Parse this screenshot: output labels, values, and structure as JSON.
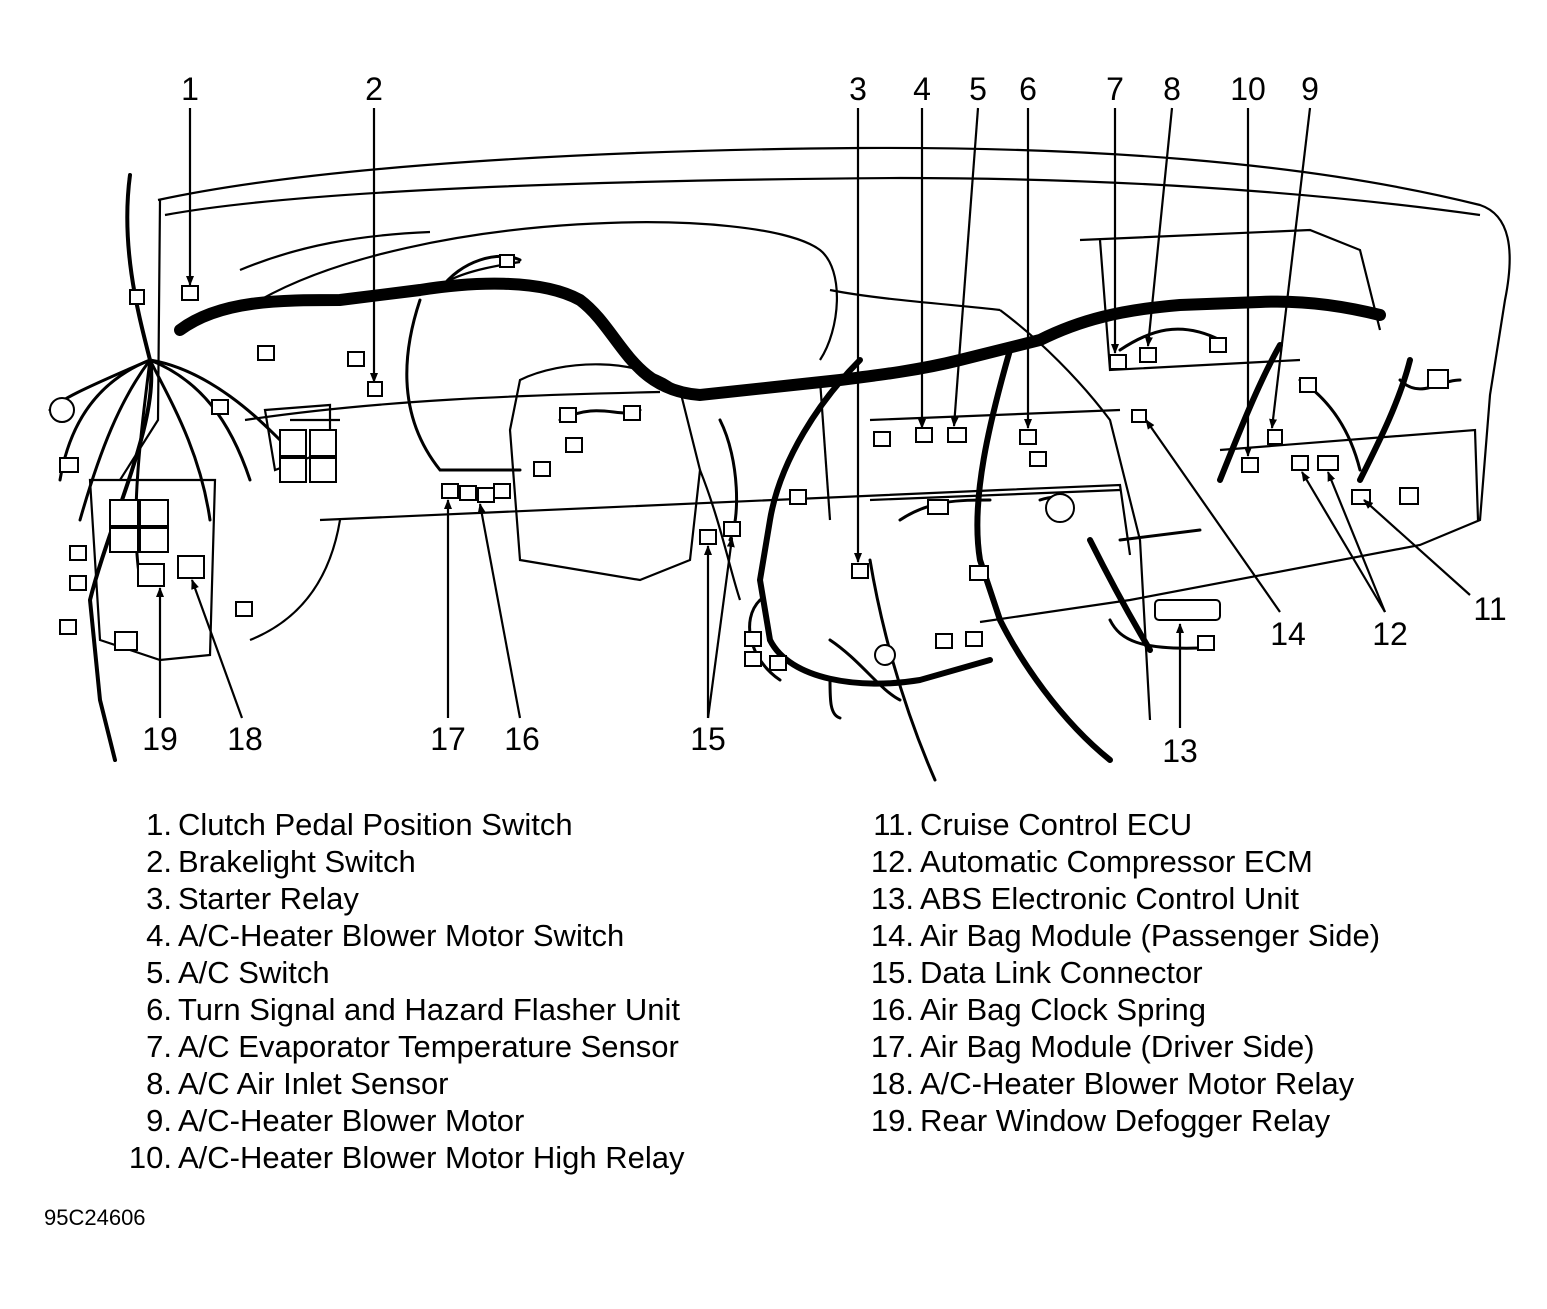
{
  "callouts": [
    "1",
    "2",
    "3",
    "4",
    "5",
    "6",
    "7",
    "8",
    "9",
    "10",
    "11",
    "12",
    "13",
    "14",
    "15",
    "16",
    "17",
    "18",
    "19"
  ],
  "legend": [
    {
      "num": "1.",
      "label": "Clutch Pedal Position Switch"
    },
    {
      "num": "2.",
      "label": "Brakelight Switch"
    },
    {
      "num": "3.",
      "label": "Starter Relay"
    },
    {
      "num": "4.",
      "label": "A/C-Heater Blower Motor Switch"
    },
    {
      "num": "5.",
      "label": "A/C Switch"
    },
    {
      "num": "6.",
      "label": "Turn Signal and Hazard Flasher Unit"
    },
    {
      "num": "7.",
      "label": "A/C Evaporator Temperature Sensor"
    },
    {
      "num": "8.",
      "label": "A/C Air Inlet Sensor"
    },
    {
      "num": "9.",
      "label": "A/C-Heater Blower Motor"
    },
    {
      "num": "10.",
      "label": "A/C-Heater Blower Motor High Relay"
    },
    {
      "num": "11.",
      "label": "Cruise Control ECU"
    },
    {
      "num": "12.",
      "label": "Automatic Compressor ECM"
    },
    {
      "num": "13.",
      "label": "ABS Electronic Control Unit"
    },
    {
      "num": "14.",
      "label": "Air Bag Module (Passenger Side)"
    },
    {
      "num": "15.",
      "label": "Data Link Connector"
    },
    {
      "num": "16.",
      "label": "Air Bag Clock Spring"
    },
    {
      "num": "17.",
      "label": "Air Bag Module (Driver Side)"
    },
    {
      "num": "18.",
      "label": "A/C-Heater Blower Motor Relay"
    },
    {
      "num": "19.",
      "label": "Rear Window Defogger Relay"
    }
  ],
  "figure_id": "95C24606"
}
